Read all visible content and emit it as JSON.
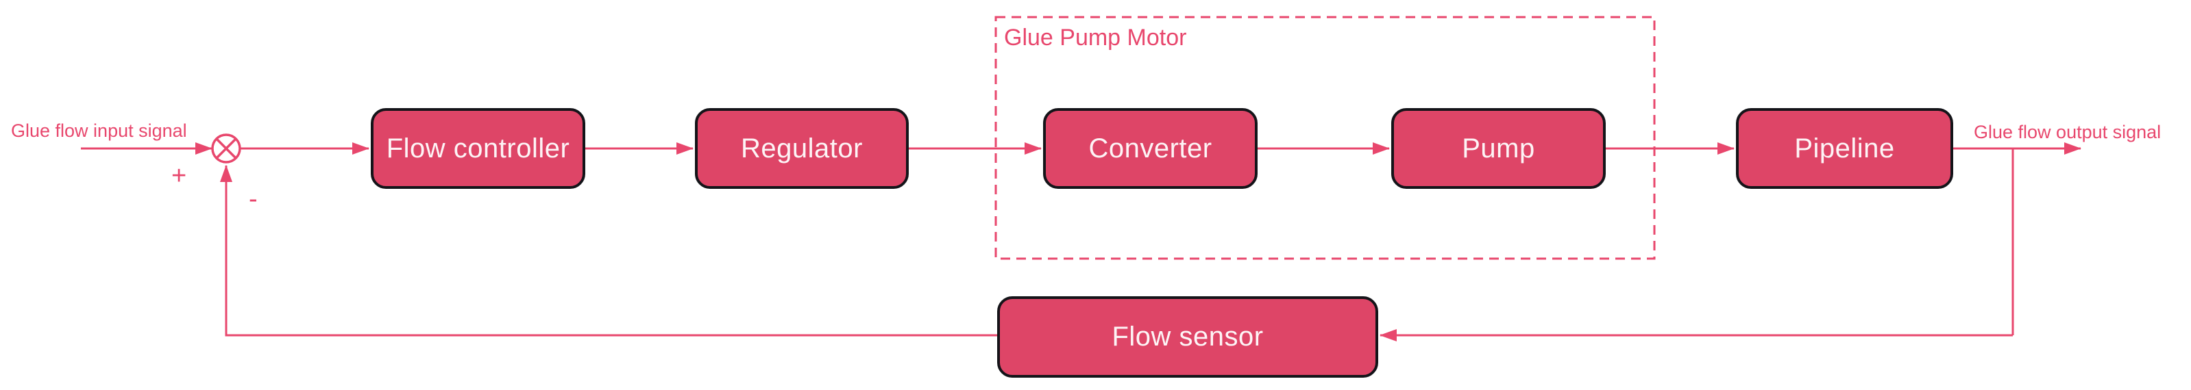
{
  "diagram": {
    "group": {
      "label": "Glue Pump Motor"
    },
    "input_label": "Glue flow input signal",
    "output_label": "Glue flow output signal",
    "summing_junction": {
      "symbol": "circle-with-cross",
      "plus_sign": "+",
      "minus_sign": "-"
    },
    "blocks": [
      {
        "id": "flow-controller",
        "label": "Flow controller"
      },
      {
        "id": "regulator",
        "label": "Regulator"
      },
      {
        "id": "converter",
        "label": "Converter"
      },
      {
        "id": "pump",
        "label": "Pump"
      },
      {
        "id": "pipeline",
        "label": "Pipeline"
      },
      {
        "id": "flow-sensor",
        "label": "Flow sensor"
      }
    ],
    "connections": [
      {
        "from": "glue-flow-input",
        "to": "summing-junction",
        "sign": "+"
      },
      {
        "from": "summing-junction",
        "to": "flow-controller"
      },
      {
        "from": "flow-controller",
        "to": "regulator"
      },
      {
        "from": "regulator",
        "to": "converter"
      },
      {
        "from": "converter",
        "to": "pump"
      },
      {
        "from": "pump",
        "to": "pipeline"
      },
      {
        "from": "pipeline",
        "to": "glue-flow-output"
      },
      {
        "from": "glue-flow-output",
        "to": "flow-sensor"
      },
      {
        "from": "flow-sensor",
        "to": "summing-junction",
        "sign": "-"
      }
    ],
    "colors": {
      "accent": "#e8476d",
      "block_fill": "#de4567",
      "block_border": "#141419",
      "block_text": "#fdf4f6",
      "background": "#ffffff"
    }
  }
}
